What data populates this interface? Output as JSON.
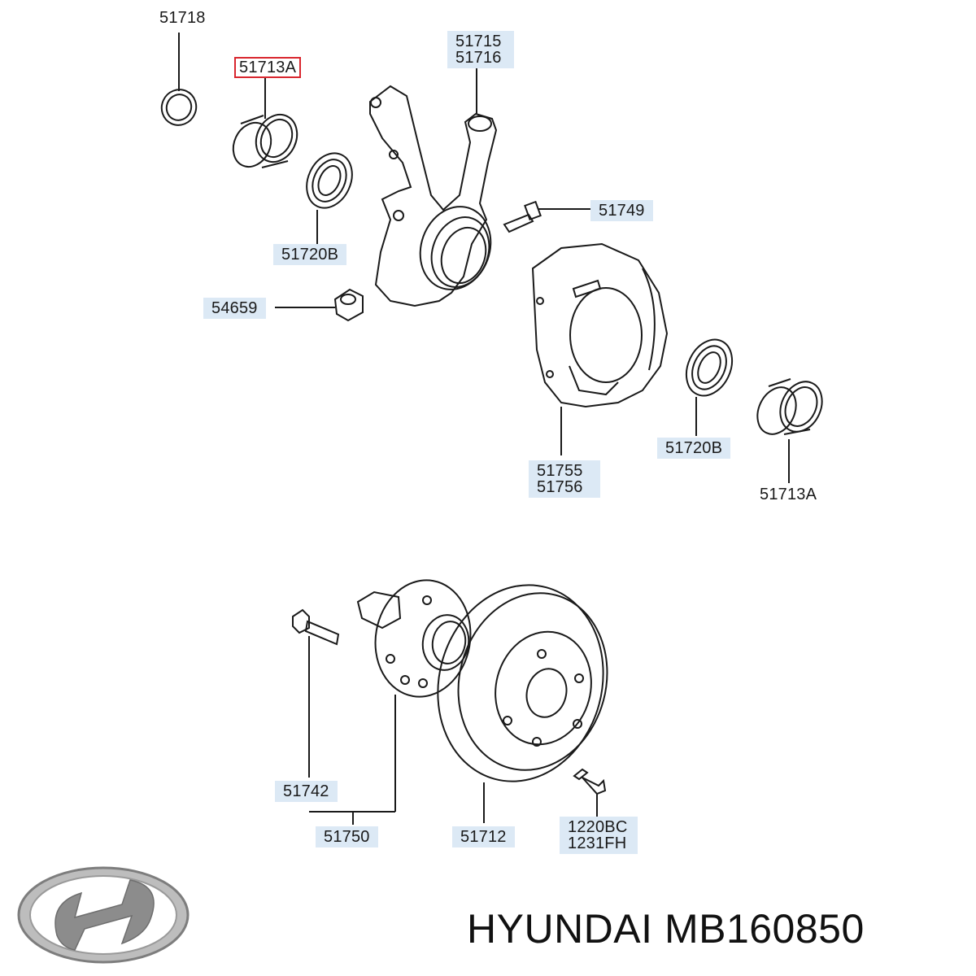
{
  "labels": {
    "p51718": "51718",
    "p51713a_top": "51713A",
    "p51715": "51715",
    "p51716": "51716",
    "p51749": "51749",
    "p51720b_top": "51720B",
    "p54659": "54659",
    "p51755": "51755",
    "p51756": "51756",
    "p51720b_right": "51720B",
    "p51713a_right": "51713A",
    "p51742": "51742",
    "p51750": "51750",
    "p51712": "51712",
    "p1220bc": "1220BC",
    "p1231fh": "1231FH"
  },
  "footer": {
    "brand": "HYUNDAI",
    "part_number": "MB160850"
  },
  "logo": {
    "name": "hyundai-logo",
    "color": "#9a9a9a"
  },
  "colors": {
    "label_highlight": "#dce9f5",
    "selected_border": "#d9262e",
    "line": "#1a1a1a"
  }
}
